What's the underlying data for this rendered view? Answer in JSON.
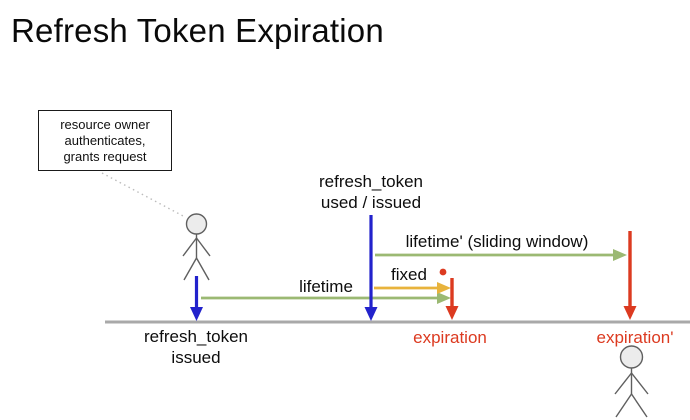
{
  "title": "Refresh Token Expiration",
  "annotation_box": {
    "lines": [
      "resource owner",
      "authenticates,",
      "grants request"
    ]
  },
  "labels": {
    "token_used": {
      "lines": [
        "refresh_token",
        "used / issued"
      ]
    },
    "token_issued": {
      "lines": [
        "refresh_token",
        "issued"
      ]
    },
    "lifetime": "lifetime",
    "lifetime_sliding": "lifetime' (sliding window)",
    "fixed": "fixed",
    "expiration": "expiration",
    "expiration_prime": "expiration'"
  },
  "colors": {
    "issue_blue": "#2222cc",
    "lifetime_green": "#9bb973",
    "fixed_orange": "#e8b33c",
    "expiration_red": "#dc3a20",
    "timeline_gray": "#a9a9a9"
  }
}
